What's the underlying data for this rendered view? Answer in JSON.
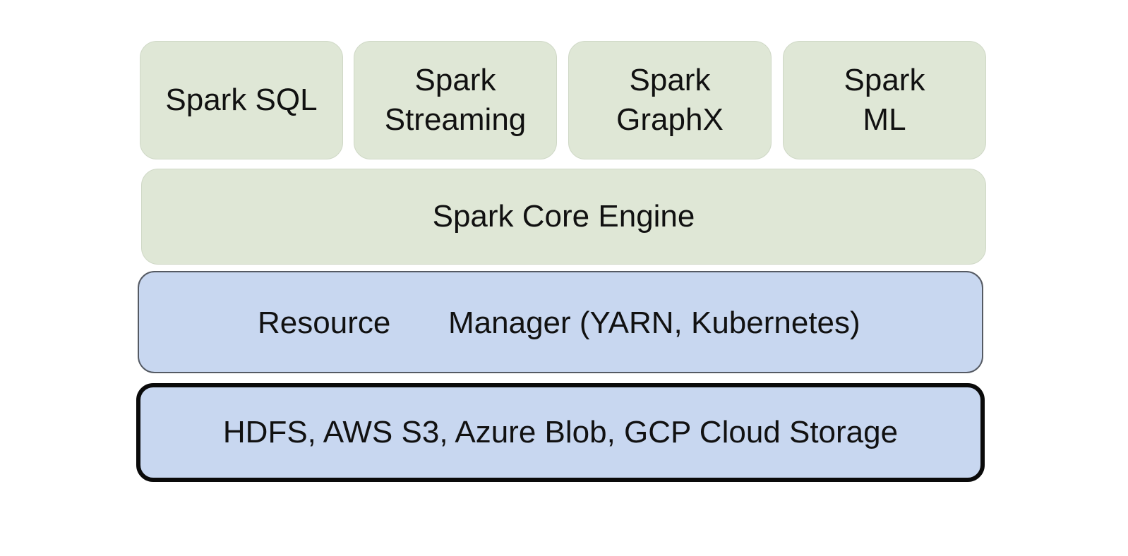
{
  "diagram": {
    "modules": [
      {
        "label": "Spark SQL"
      },
      {
        "label": "Spark\nStreaming"
      },
      {
        "label": "Spark\nGraphX"
      },
      {
        "label": "Spark\nML"
      }
    ],
    "core": {
      "label": "Spark Core Engine"
    },
    "resource_manager": {
      "label_part1": "Resource",
      "label_part2": "Manager (YARN, Kubernetes)"
    },
    "storage": {
      "label": "HDFS, AWS S3, Azure Blob, GCP Cloud Storage"
    },
    "colors": {
      "spark_layer_fill": "#dfe7d6",
      "infra_layer_fill": "#c8d7f0",
      "storage_border": "#0a0a0a"
    }
  }
}
